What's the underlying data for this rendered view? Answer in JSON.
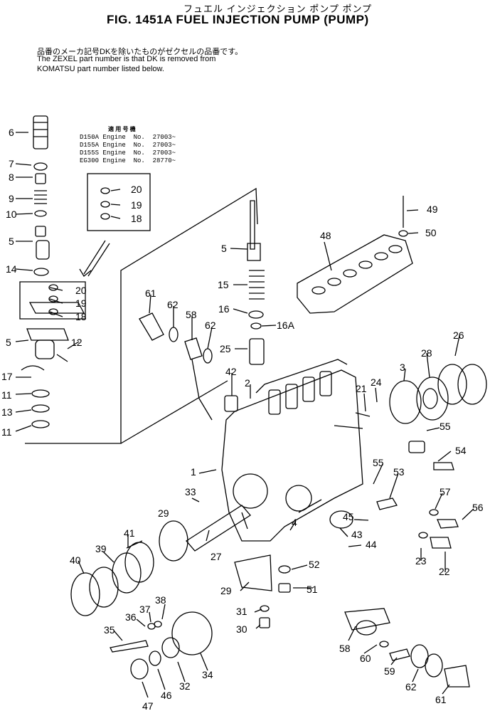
{
  "header": {
    "japanese_title": "フュエル インジェクション ポンプ ポンプ",
    "title": "FIG. 1451A  FUEL  INJECTION  PUMP  (PUMP)"
  },
  "notes": {
    "japanese": "品番のメーカ記号DKを除いたものがゼクセルの品番です。",
    "line1": "The ZEXEL part number is that DK is removed from",
    "line2": "KOMATSU part number listed below."
  },
  "applicability": {
    "title": "適 用 号 機",
    "rows": [
      {
        "model": "D150A",
        "text": "Engine  No.  27003~"
      },
      {
        "model": "D155A",
        "text": "Engine  No.  27003~"
      },
      {
        "model": "D155S",
        "text": "Engine  No.  27003~"
      },
      {
        "model": "EG300",
        "text": "Engine  No.  28770~"
      }
    ]
  },
  "callouts": [
    "6",
    "7",
    "8",
    "9",
    "10",
    "5",
    "14",
    "20",
    "19",
    "18",
    "5",
    "12",
    "17",
    "11",
    "13",
    "11",
    "20",
    "19",
    "18",
    "61",
    "62",
    "58",
    "62",
    "5",
    "15",
    "16",
    "16A",
    "25",
    "42",
    "2",
    "48",
    "49",
    "50",
    "26",
    "28",
    "3",
    "24",
    "21",
    "55",
    "54",
    "1",
    "55",
    "53",
    "33",
    "29",
    "57",
    "56",
    "45",
    "4",
    "43",
    "44",
    "23",
    "22",
    "41",
    "39",
    "40",
    "27",
    "52",
    "51",
    "29",
    "31",
    "30",
    "38",
    "37",
    "36",
    "35",
    "34",
    "32",
    "46",
    "47",
    "58",
    "60",
    "59",
    "62",
    "61"
  ]
}
